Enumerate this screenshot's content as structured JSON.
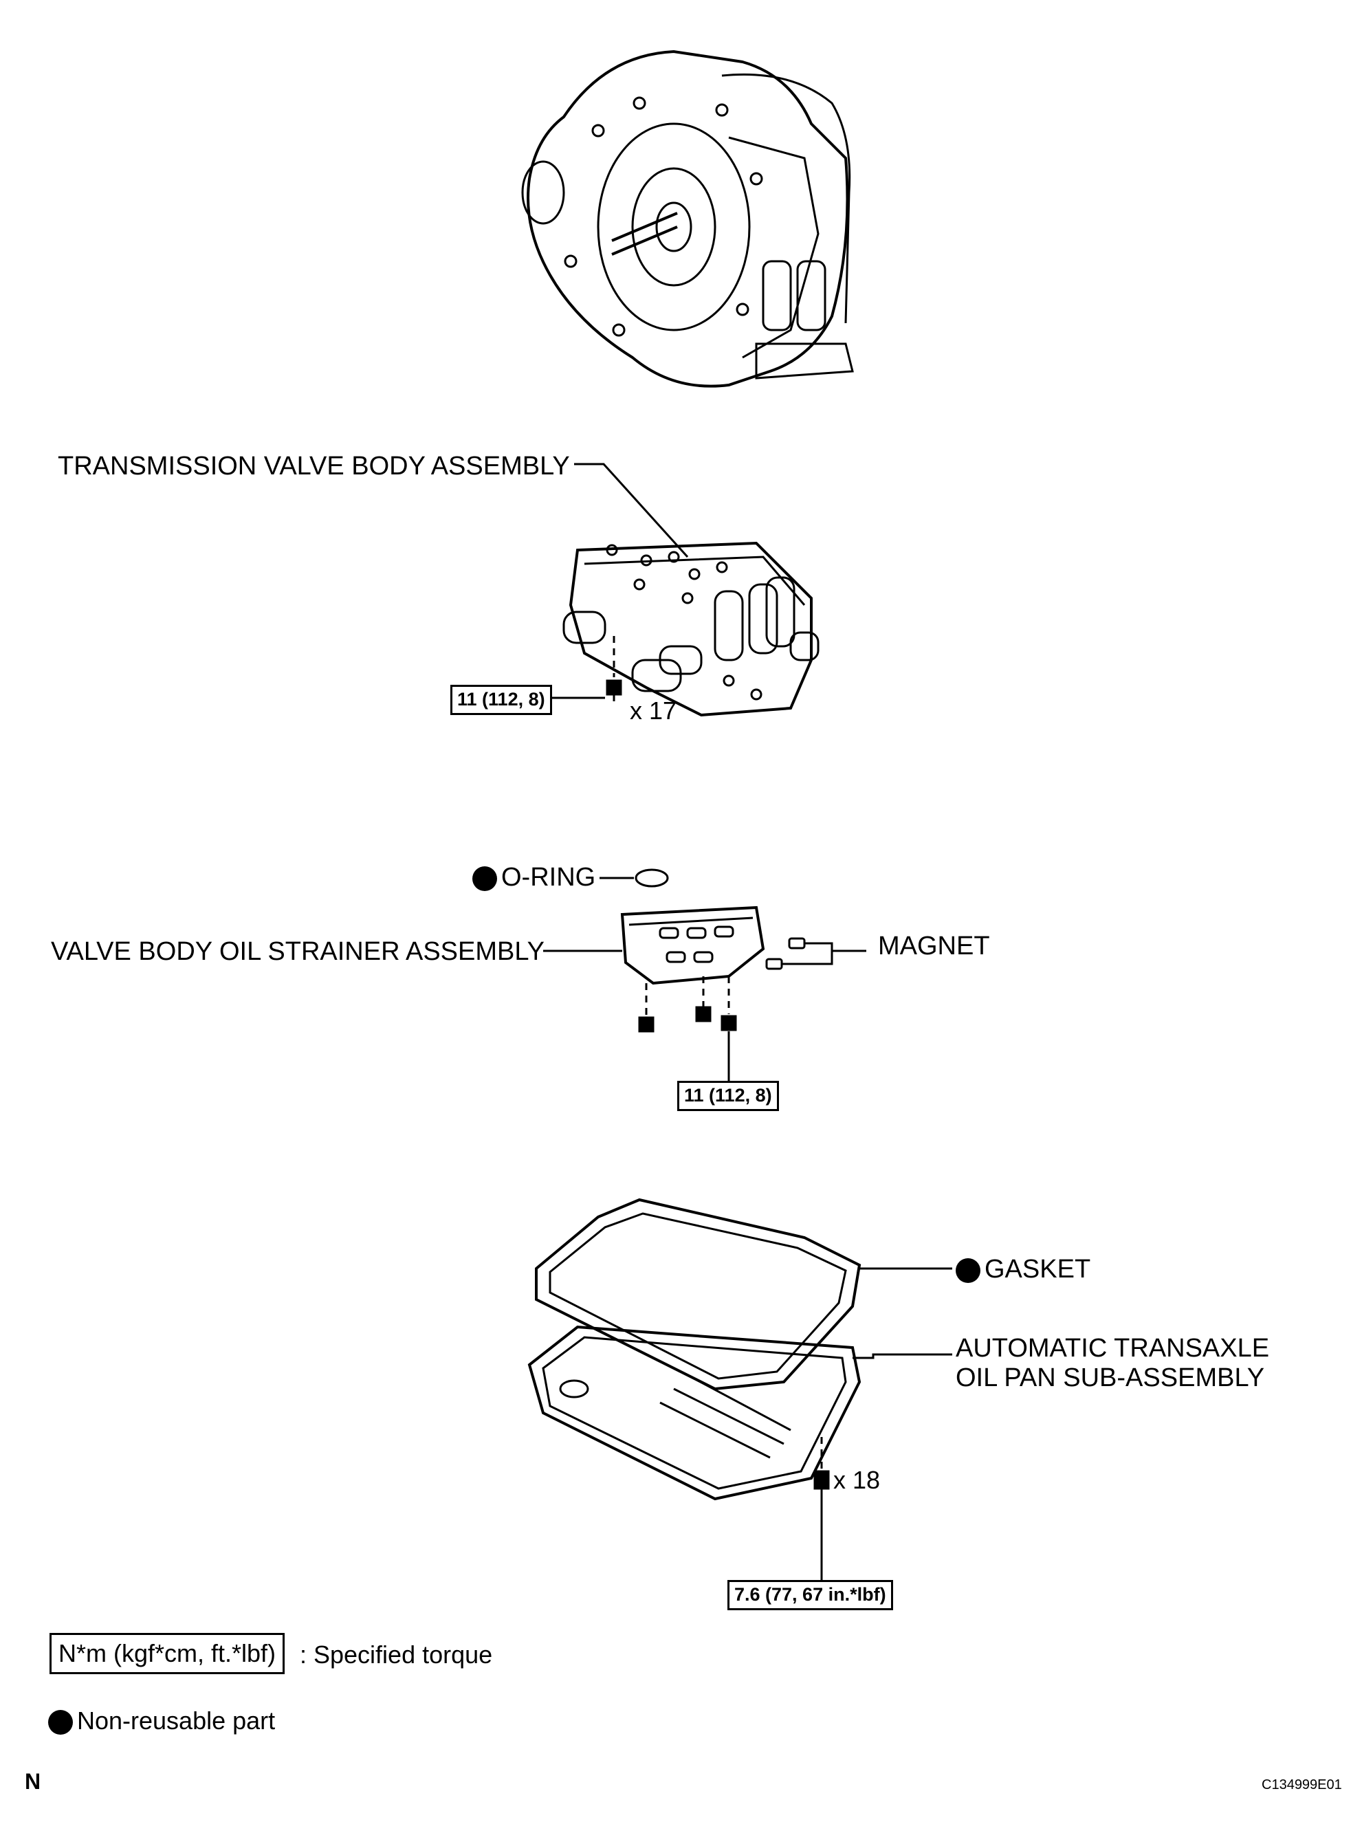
{
  "labels": {
    "valve_body": "TRANSMISSION VALVE BODY ASSEMBLY",
    "o_ring": "O-RING",
    "strainer": "VALVE BODY OIL STRAINER ASSEMBLY",
    "magnet": "MAGNET",
    "gasket": "GASKET",
    "oil_pan_line1": "AUTOMATIC TRANSAXLE",
    "oil_pan_line2": "OIL PAN SUB-ASSEMBLY"
  },
  "torques": {
    "valve_body": "11 (112, 8)",
    "strainer": "11 (112, 8)",
    "oil_pan": "7.6 (77, 67 in.*lbf)"
  },
  "quantities": {
    "valve_body_bolts": "x 17",
    "oil_pan_bolts": "x 18"
  },
  "legend": {
    "torque_units": "N*m (kgf*cm, ft.*lbf)",
    "torque_desc": ": Specified torque",
    "nonreusable": "Non-reusable part"
  },
  "footer": {
    "corner": "N",
    "figure_id": "C134999E01"
  }
}
